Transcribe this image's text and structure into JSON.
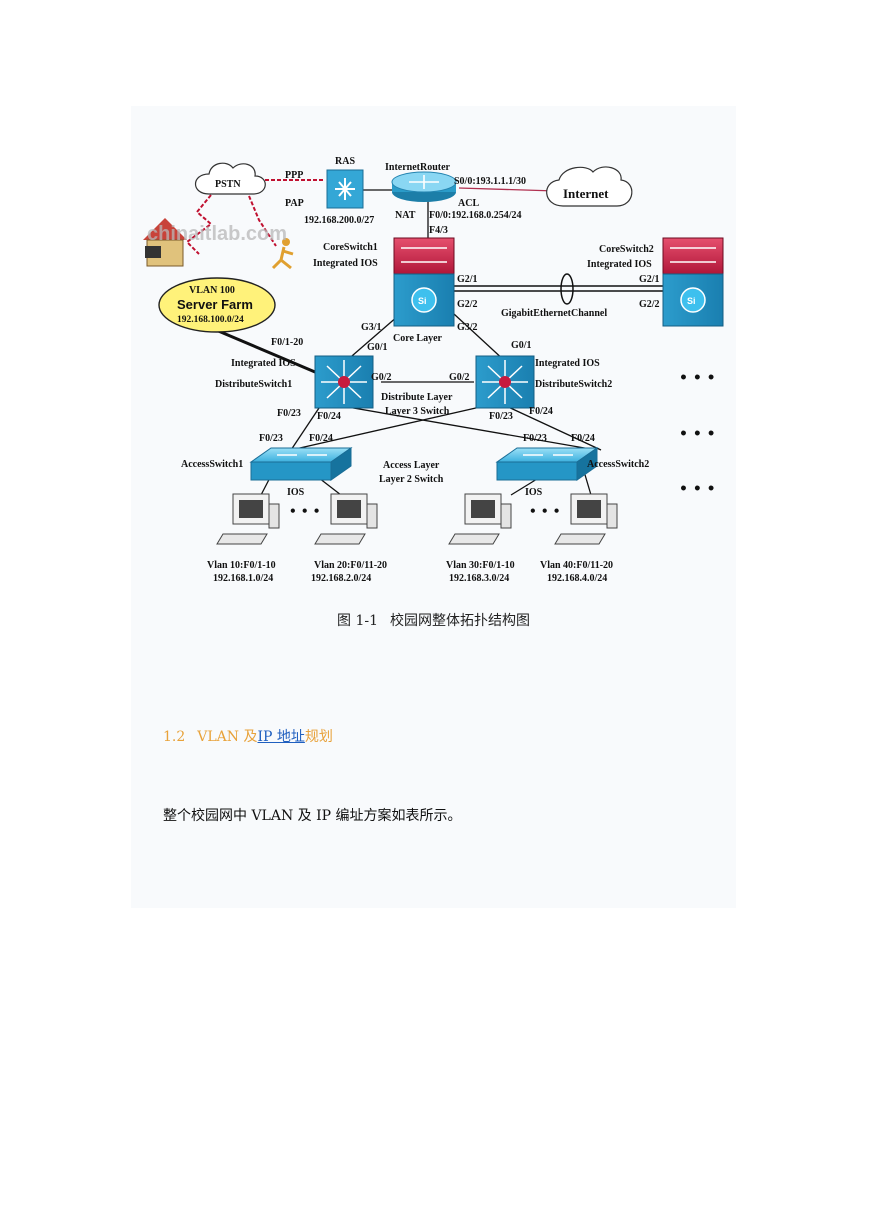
{
  "figure": {
    "caption": "图 1-1　校园网整体拓扑结构图",
    "caption_num": "图 1-1",
    "caption_text": "校园网整体拓扑结构图",
    "watermark": "chinaitlab.com",
    "labels": {
      "pstn": "PSTN",
      "ppp": "PPP",
      "pap": "PAP",
      "ras": "RAS",
      "ras_net": "192.168.200.0/27",
      "internet_router": "InternetRouter",
      "s00": "S0/0:193.1.1.1/30",
      "internet": "Internet",
      "acl": "ACL",
      "nat": "NAT",
      "f00": "F0/0:192.168.0.254/24",
      "f43": "F4/3",
      "core1_name": "CoreSwitch1",
      "core1_ios": "Integrated IOS",
      "core2_name": "CoreSwitch2",
      "core2_ios": "Integrated IOS",
      "g21_left": "G2/1",
      "g22_left": "G2/2",
      "g21_right": "G2/1",
      "g22_right": "G2/2",
      "gec": "GigabitEthernetChannel",
      "vlan100": "VLAN 100",
      "server_farm": "Server Farm",
      "server_net": "192.168.100.0/24",
      "f0120": "F0/1-20",
      "g31": "G3/1",
      "g32": "G3/2",
      "core_layer": "Core Layer",
      "g01_left": "G0/1",
      "g01_right": "G0/1",
      "dist1_ios": "Integrated IOS",
      "dist1_name": "DistributeSwitch1",
      "dist2_ios": "Integrated IOS",
      "dist2_name": "DistributeSwitch2",
      "g02_left": "G0/2",
      "g02_right": "G0/2",
      "dist_layer": "Distribute Layer",
      "l3_switch": "Layer 3 Switch",
      "d1_f023": "F0/23",
      "d1_f024": "F0/24",
      "d2_f023": "F0/23",
      "d2_f024": "F0/24",
      "a1_f023": "F0/23",
      "a1_f024": "F0/24",
      "a2_f023": "F0/23",
      "a2_f024": "F0/24",
      "access1": "AccessSwitch1",
      "access2": "AccessSwitch2",
      "access_layer": "Access Layer",
      "l2_switch": "Layer 2 Switch",
      "ios_left": "IOS",
      "ios_right": "IOS",
      "vlan10": "Vlan 10:F0/1-10",
      "vlan10_net": "192.168.1.0/24",
      "vlan20": "Vlan 20:F0/11-20",
      "vlan20_net": "192.168.2.0/24",
      "vlan30": "Vlan 30:F0/1-10",
      "vlan30_net": "192.168.3.0/24",
      "vlan40": "Vlan 40:F0/11-20",
      "vlan40_net": "192.168.4.0/24",
      "dots": "• • •"
    }
  },
  "section": {
    "number": "1.2",
    "title_prefix": "VLAN 及",
    "link_text": "IP 地址",
    "title_suffix": "规划"
  },
  "body_text": "整个校园网中 VLAN 及 IP 编址方案如表所示。",
  "colors": {
    "heading": "#e8a23a",
    "link": "#1f5fbf",
    "switch_blue": "#2aa6d6",
    "switch_red": "#b8173a",
    "cloud_fill": "#ffffff",
    "server_farm_fill": "#fff27a"
  }
}
